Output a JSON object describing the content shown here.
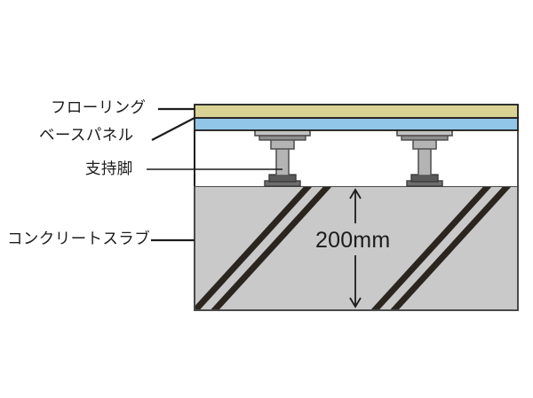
{
  "diagram": {
    "title": "raised-floor-cross-section",
    "labels": {
      "flooring": "フローリング",
      "base_panel": "ベースパネル",
      "support_leg": "支持脚",
      "concrete_slab": "コンクリートスラブ"
    },
    "dimension": {
      "value": "200mm"
    },
    "colors": {
      "flooring": "#d8d295",
      "base_panel": "#92c6e8",
      "concrete_slab": "#c9c9c9",
      "pedestal_metal": "#b4b4b4",
      "pedestal_dark": "#6e6e6e",
      "hatch": "#2b2520",
      "outline": "#1c1c1c",
      "text": "#1c1c1c",
      "background": "#ffffff"
    },
    "layers": [
      {
        "name": "flooring",
        "label": "フローリング",
        "fill": "#d8d295"
      },
      {
        "name": "base-panel",
        "label": "ベースパネル",
        "fill": "#92c6e8"
      },
      {
        "name": "plenum-void",
        "label": "",
        "fill": "#ffffff"
      },
      {
        "name": "concrete-slab",
        "label": "コンクリートスラブ",
        "fill": "#c9c9c9"
      }
    ],
    "pedestals": [
      {
        "name": "support-leg-left"
      },
      {
        "name": "support-leg-right"
      }
    ]
  }
}
